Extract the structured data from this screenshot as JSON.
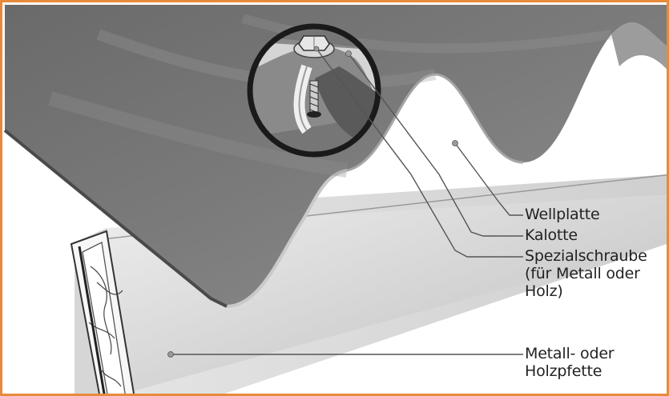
{
  "labels": {
    "wellplatte": "Wellplatte",
    "kalotte": "Kalotte",
    "spezialschraube": "Spezialschraube\n(für Metall oder\nHolz)",
    "pfette": "Metall- oder\nHolzpfette"
  },
  "colors": {
    "frame_border": "#e88a3c",
    "sheet_dark": "#5e5e5e",
    "sheet_mid": "#8a8a8a",
    "purlin_light": "#e4e4e4",
    "leader_line": "#555555",
    "magnifier_ring": "#1a1a1a"
  },
  "icons": [
    "magnifier-circle",
    "screw-detail",
    "wood-grain"
  ]
}
